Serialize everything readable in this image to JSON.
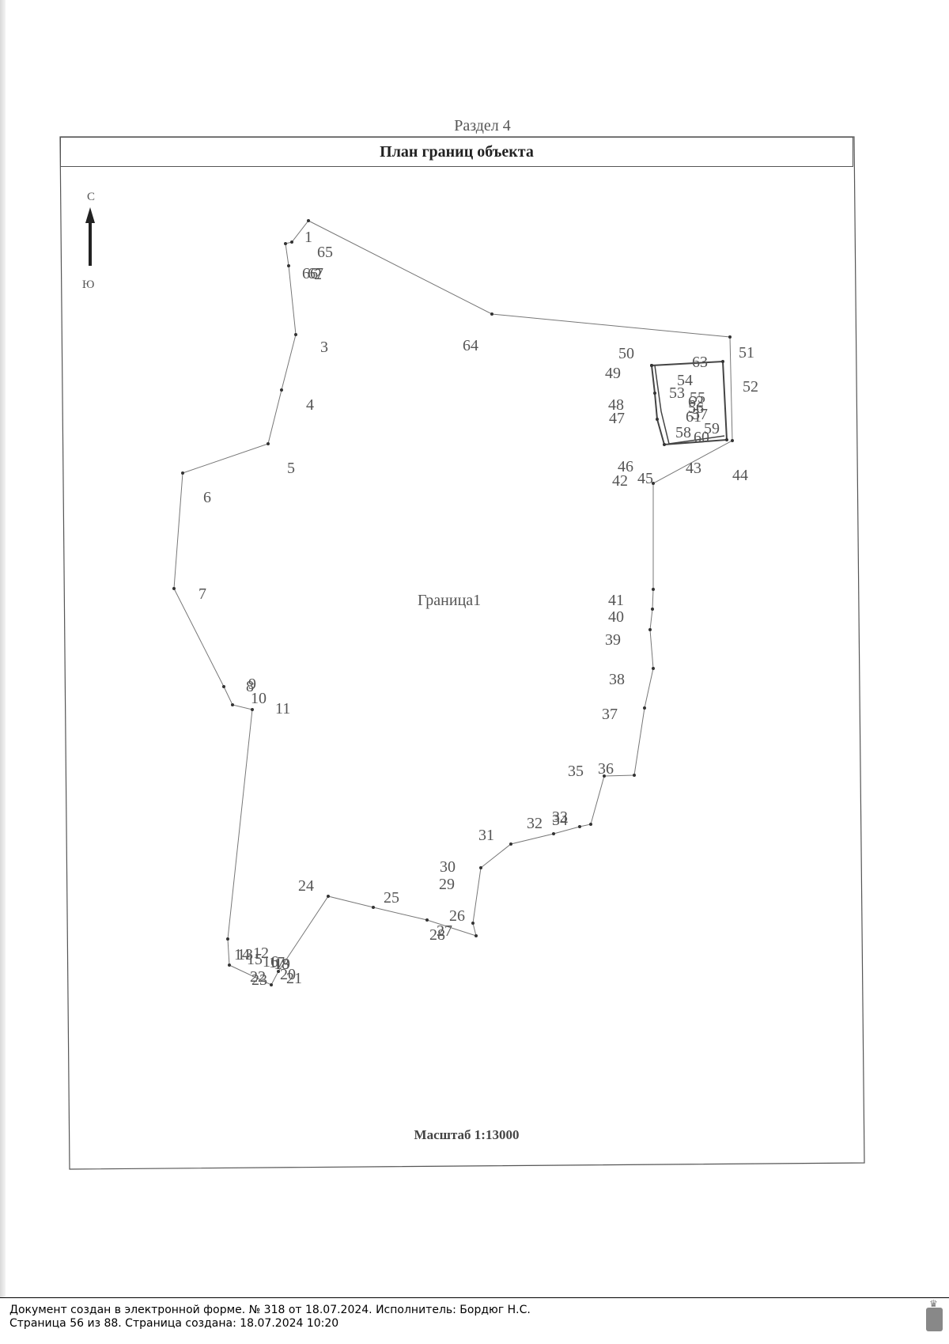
{
  "document": {
    "section_title": "Раздел 4",
    "plan_title": "План границ объекта",
    "compass": {
      "north": "С",
      "south": "Ю"
    },
    "scale": "Масштаб 1:13000",
    "boundary_label": "Граница1"
  },
  "points": [
    {
      "label": "1"
    },
    {
      "label": "2"
    },
    {
      "label": "3"
    },
    {
      "label": "4"
    },
    {
      "label": "5"
    },
    {
      "label": "6"
    },
    {
      "label": "7"
    },
    {
      "label": "8"
    },
    {
      "label": "9"
    },
    {
      "label": "10"
    },
    {
      "label": "11"
    },
    {
      "label": "12"
    },
    {
      "label": "13"
    },
    {
      "label": "14"
    },
    {
      "label": "15"
    },
    {
      "label": "16"
    },
    {
      "label": "17"
    },
    {
      "label": "18"
    },
    {
      "label": "19"
    },
    {
      "label": "20"
    },
    {
      "label": "21"
    },
    {
      "label": "22"
    },
    {
      "label": "23"
    },
    {
      "label": "24"
    },
    {
      "label": "25"
    },
    {
      "label": "26"
    },
    {
      "label": "27"
    },
    {
      "label": "28"
    },
    {
      "label": "29"
    },
    {
      "label": "30"
    },
    {
      "label": "31"
    },
    {
      "label": "32"
    },
    {
      "label": "33"
    },
    {
      "label": "34"
    },
    {
      "label": "35"
    },
    {
      "label": "36"
    },
    {
      "label": "37"
    },
    {
      "label": "38"
    },
    {
      "label": "39"
    },
    {
      "label": "40"
    },
    {
      "label": "41"
    },
    {
      "label": "42"
    },
    {
      "label": "43"
    },
    {
      "label": "44"
    },
    {
      "label": "45"
    },
    {
      "label": "46"
    },
    {
      "label": "47"
    },
    {
      "label": "48"
    },
    {
      "label": "49"
    },
    {
      "label": "50"
    },
    {
      "label": "51"
    },
    {
      "label": "52"
    },
    {
      "label": "53"
    },
    {
      "label": "54"
    },
    {
      "label": "55"
    },
    {
      "label": "56"
    },
    {
      "label": "57"
    },
    {
      "label": "58"
    },
    {
      "label": "59"
    },
    {
      "label": "60"
    },
    {
      "label": "61"
    },
    {
      "label": "62"
    },
    {
      "label": "63"
    },
    {
      "label": "64"
    },
    {
      "label": "65"
    },
    {
      "label": "66"
    },
    {
      "label": "67"
    }
  ],
  "footer": {
    "line1": "Документ создан в электронной форме. № 318 от 18.07.2024. Исполнитель: Бордюг Н.С.",
    "line2": "Страница 56 из 88. Страница создана: 18.07.2024 10:20"
  }
}
